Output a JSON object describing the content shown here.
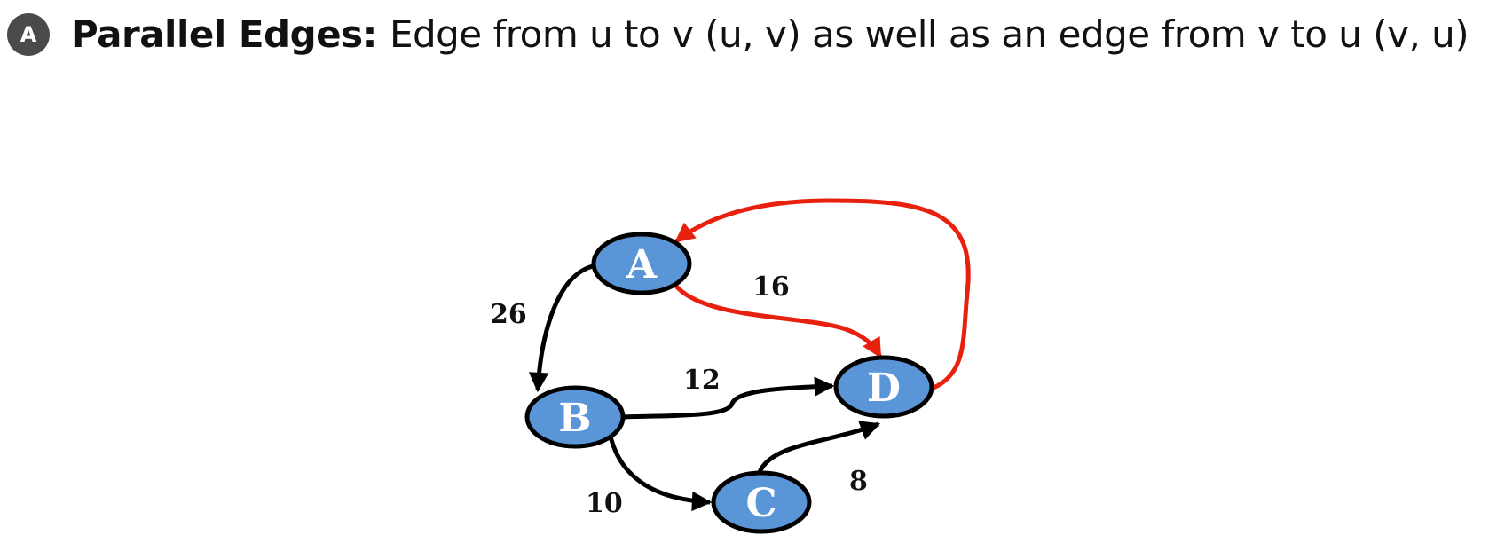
{
  "heading": {
    "badge": "A",
    "term": "Parallel Edges:",
    "description": "Edge from u to v (u, v) as well as an edge from v to u (v, u)"
  },
  "graph": {
    "colors": {
      "node_fill": "#5a95d8",
      "node_stroke": "#000000",
      "edge_normal": "#000000",
      "edge_parallel": "#e8200e"
    },
    "nodes": [
      {
        "id": "A",
        "label": "A"
      },
      {
        "id": "B",
        "label": "B"
      },
      {
        "id": "C",
        "label": "C"
      },
      {
        "id": "D",
        "label": "D"
      }
    ],
    "edges": [
      {
        "from": "A",
        "to": "B",
        "weight": "26",
        "parallel": false
      },
      {
        "from": "B",
        "to": "D",
        "weight": "12",
        "parallel": false
      },
      {
        "from": "B",
        "to": "C",
        "weight": "10",
        "parallel": false
      },
      {
        "from": "C",
        "to": "D",
        "weight": "8",
        "parallel": false
      },
      {
        "from": "A",
        "to": "D",
        "weight": "16",
        "parallel": true
      },
      {
        "from": "D",
        "to": "A",
        "weight": "",
        "parallel": true
      }
    ]
  }
}
